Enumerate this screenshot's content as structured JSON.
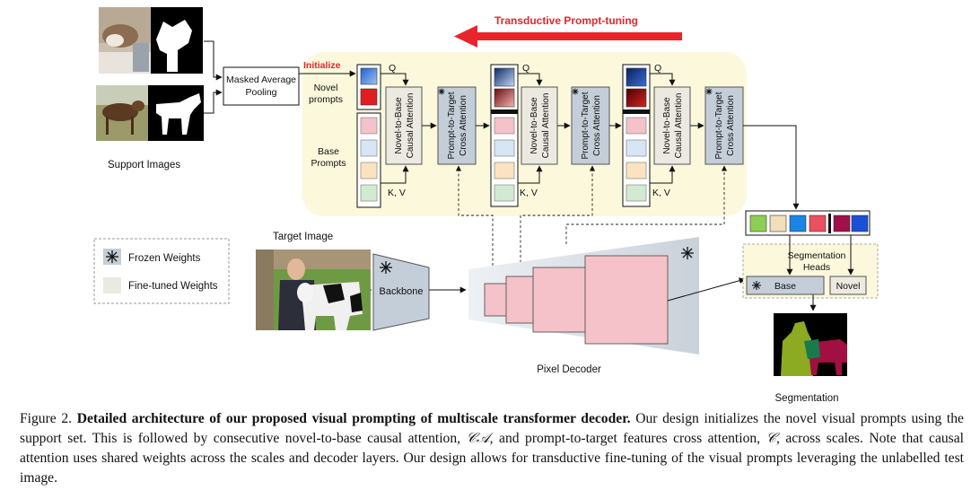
{
  "labels": {
    "support_images": "Support Images",
    "masked_avg_pooling_1": "Masked Average",
    "masked_avg_pooling_2": "Pooling",
    "initialize": "Initialize",
    "novel_prompts_1": "Novel",
    "novel_prompts_2": "prompts",
    "base_prompts_1": "Base",
    "base_prompts_2": "Prompts",
    "transductive": "Transductive  Prompt-tuning",
    "q": "Q",
    "kv": "K, V",
    "causal_attn_1": "Novel-to-Base",
    "causal_attn_2": "Causal Attention",
    "cross_attn_1": "Prompt-to-Target",
    "cross_attn_2": "Cross Attention",
    "target_image": "Target Image",
    "backbone": "Backbone",
    "pixel_decoder": "Pixel Decoder",
    "segmentation_heads_1": "Segmentation",
    "segmentation_heads_2": "Heads",
    "base": "Base",
    "novel": "Novel",
    "segmentation": "Segmentation"
  },
  "legend": {
    "frozen": "Frozen Weights",
    "finetuned": "Fine-tuned Weights"
  },
  "caption": {
    "figure_label": "Figure 2.",
    "bold_title": "Detailed architecture of our proposed visual prompting of multiscale transformer decoder.",
    "text_1": "Our design initializes the novel visual prompts using the support set.  This is followed by consecutive novel-to-base causal attention,",
    "ca_symbol": "𝒞𝒜",
    "text_2": ", and prompt-to-target features cross attention,",
    "c_symbol": "𝒞",
    "text_3": ", across scales. Note that causal attention uses shared weights across the scales and decoder layers. Our design allows for transductive fine-tuning of the visual prompts leveraging the unlabelled test image."
  },
  "colors": {
    "arrow_red": "#e8252b",
    "highlight_bg": "#fbf8dc",
    "finetuned_fill": "#ece9e0",
    "frozen_fill": "#c3ced8",
    "pink": "#f4c2c8",
    "light_blue": "#d7e5f5",
    "peach": "#fbe3c0",
    "light_green": "#d2ead2"
  }
}
